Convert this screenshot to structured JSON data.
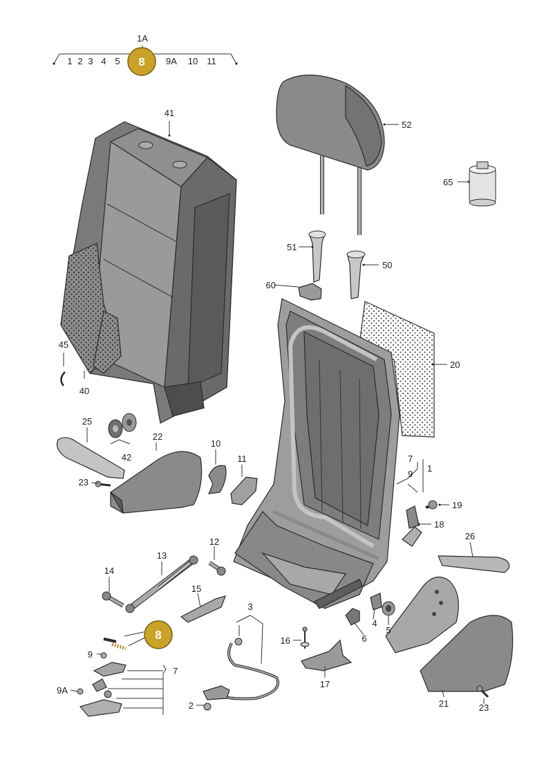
{
  "colors": {
    "badge": "#c9a227",
    "part_dark": "#6e6e6e",
    "part_mid": "#8e8e8e",
    "part_light": "#b9b9b9",
    "outline": "#2a2a2a"
  },
  "nav": {
    "top_label": "1A",
    "items_left": [
      "1",
      "2",
      "3",
      "4",
      "5"
    ],
    "current": "8",
    "items_right": [
      "9A",
      "10",
      "11"
    ]
  },
  "labels": {
    "l1": "1",
    "l2": "2",
    "l3": "3",
    "l4": "4",
    "l5": "5",
    "l6": "6",
    "l7a": "7",
    "l7b": "7",
    "l9a": "9",
    "l9b": "9",
    "l9A": "9A",
    "l10": "10",
    "l11": "11",
    "l12": "12",
    "l13": "13",
    "l14": "14",
    "l15": "15",
    "l16": "16",
    "l17": "17",
    "l18": "18",
    "l19": "19",
    "l20": "20",
    "l21": "21",
    "l22": "22",
    "l23a": "23",
    "l23b": "23",
    "l25": "25",
    "l26": "26",
    "l40": "40",
    "l41": "41",
    "l42": "42",
    "l45": "45",
    "l50": "50",
    "l51": "51",
    "l52": "52",
    "l60": "60",
    "l65": "65"
  },
  "callout": "8"
}
